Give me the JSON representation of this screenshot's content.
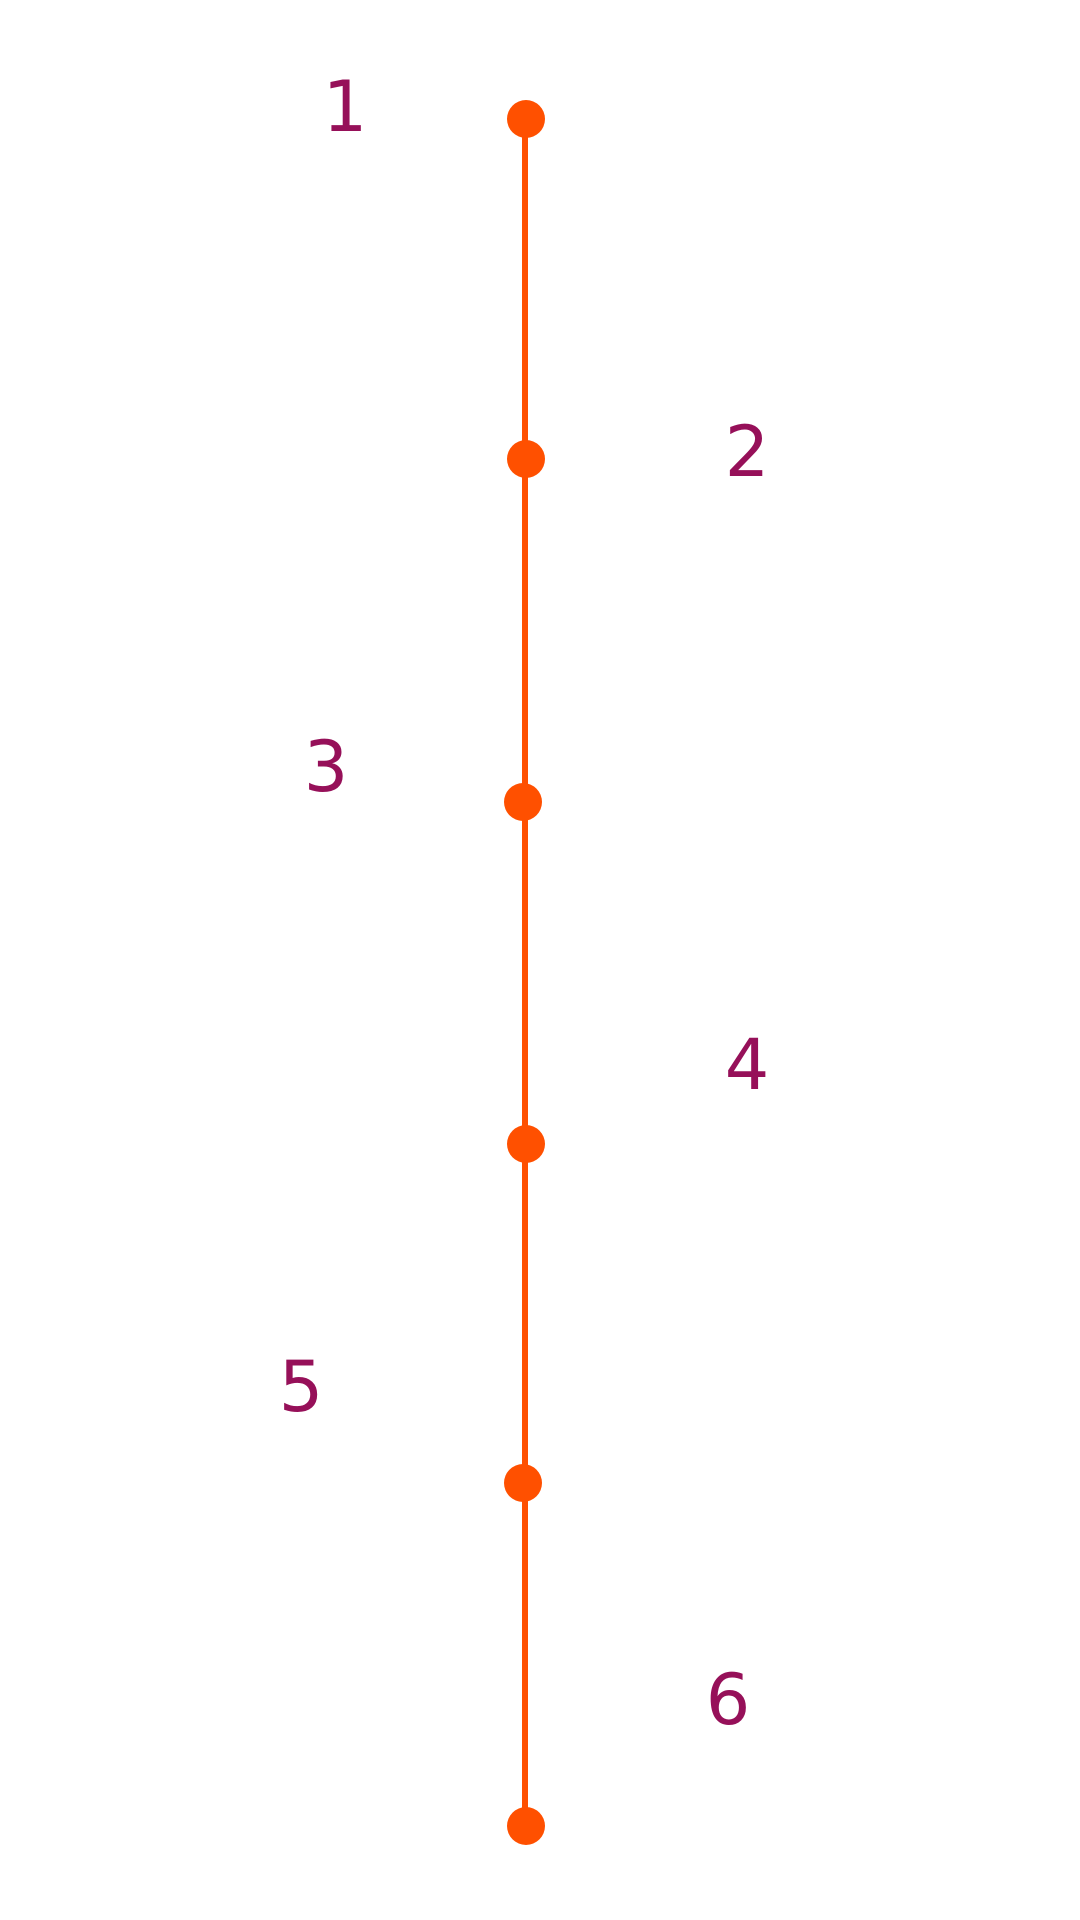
{
  "colors": {
    "line": "#FF5000",
    "dot": "#FF5000",
    "label": "#961059",
    "background": "#FFFFFF"
  },
  "steps": [
    {
      "label": "1"
    },
    {
      "label": "2"
    },
    {
      "label": "3"
    },
    {
      "label": "4"
    },
    {
      "label": "5"
    },
    {
      "label": "6"
    }
  ]
}
